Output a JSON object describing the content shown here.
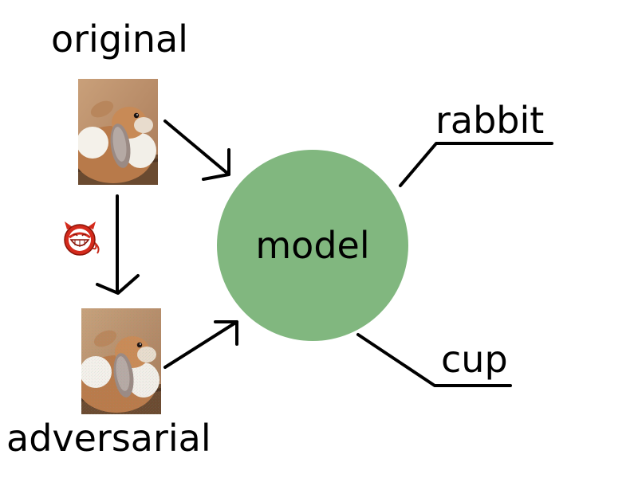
{
  "labels": {
    "original": "original",
    "adversarial": "adversarial",
    "model": "model",
    "output_top": "rabbit",
    "output_bottom": "cup"
  },
  "images": {
    "original": "rabbit-photo",
    "adversarial": "rabbit-photo-perturbed",
    "attacker": "devil-face-icon"
  },
  "colors": {
    "model_circle": "#81b77f",
    "arrows": "#000000",
    "devil": "#d42a1c"
  }
}
